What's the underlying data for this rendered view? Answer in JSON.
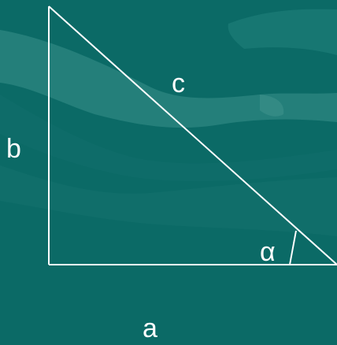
{
  "diagram": {
    "side_labels": {
      "hypotenuse": "c",
      "vertical_leg": "b",
      "horizontal_leg": "a"
    },
    "angle_label": "α",
    "colors": {
      "background": "#0b6a66",
      "line": "#ffffff",
      "text": "#ffffff"
    }
  }
}
